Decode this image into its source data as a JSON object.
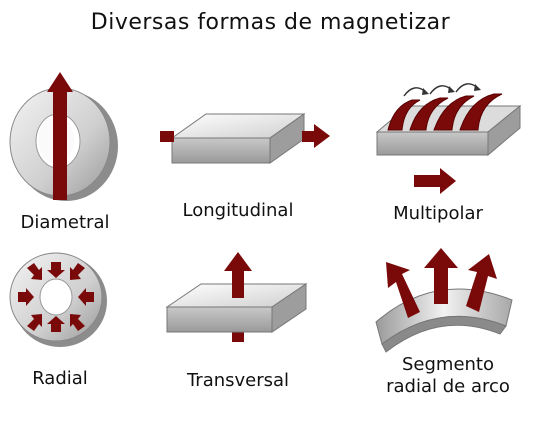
{
  "title": "Diversas formas de magnetizar",
  "labels": {
    "diametral": "Diametral",
    "longitudinal": "Longitudinal",
    "multipolar": "Multipolar",
    "radial": "Radial",
    "transversal": "Transversal",
    "segmento_line1": "Segmento",
    "segmento_line2": "radial de arco"
  },
  "colors": {
    "arrow": "#7a0a0a",
    "magnet_light": "#f0f0f0",
    "magnet_mid": "#bdbdbd",
    "magnet_dark": "#8a8a8a"
  }
}
